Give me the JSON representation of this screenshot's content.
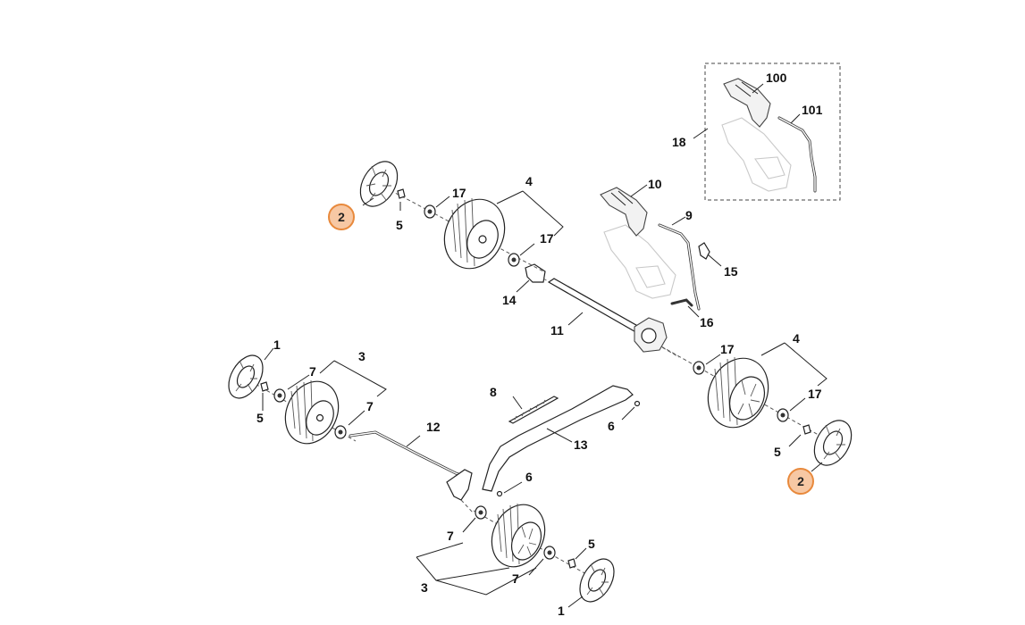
{
  "colors": {
    "highlight_fill": "#f7c8a4",
    "highlight_stroke": "#e8893c",
    "line": "#222222"
  },
  "labels": {
    "p1_top": "1",
    "p1_bottom": "1",
    "p2_top": "2",
    "p2_right": "2",
    "p3_left": "3",
    "p3_bottom": "3",
    "p4_top": "4",
    "p4_right": "4",
    "p5_top": "5",
    "p5_left": "5",
    "p5_bottom": "5",
    "p5_right": "5",
    "p6_middle": "6",
    "p6_lower": "6",
    "p7_a": "7",
    "p7_b": "7",
    "p7_c": "7",
    "p7_d": "7",
    "p8": "8",
    "p9": "9",
    "p10": "10",
    "p11": "11",
    "p12": "12",
    "p13": "13",
    "p14": "14",
    "p15": "15",
    "p16": "16",
    "p17_a": "17",
    "p17_b": "17",
    "p17_c": "17",
    "p17_d": "17",
    "p18": "18",
    "p100": "100",
    "p101": "101"
  }
}
